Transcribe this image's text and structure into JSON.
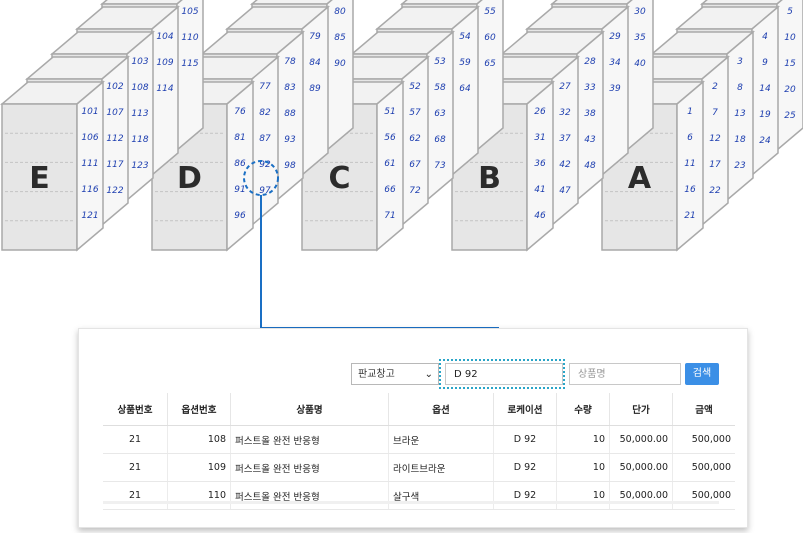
{
  "shelves": [
    {
      "letter": "E",
      "front": [
        "101",
        "106",
        "111",
        "116",
        "121"
      ],
      "back": [
        [
          "102",
          "107",
          "112",
          "117",
          "122"
        ],
        [
          "103",
          "108",
          "113",
          "118",
          "123"
        ],
        [
          "104",
          "109",
          "114"
        ],
        [
          "105",
          "110",
          "115"
        ]
      ]
    },
    {
      "letter": "D",
      "front": [
        "76",
        "81",
        "86",
        "91",
        "96"
      ],
      "back": [
        [
          "77",
          "82",
          "87",
          "92",
          "97"
        ],
        [
          "78",
          "83",
          "88",
          "93",
          "98"
        ],
        [
          "79",
          "84",
          "89"
        ],
        [
          "80",
          "85",
          "90"
        ]
      ]
    },
    {
      "letter": "C",
      "front": [
        "51",
        "56",
        "61",
        "66",
        "71"
      ],
      "back": [
        [
          "52",
          "57",
          "62",
          "67",
          "72"
        ],
        [
          "53",
          "58",
          "63",
          "68",
          "73"
        ],
        [
          "54",
          "59",
          "64"
        ],
        [
          "55",
          "60",
          "65"
        ]
      ]
    },
    {
      "letter": "B",
      "front": [
        "26",
        "31",
        "36",
        "41",
        "46"
      ],
      "back": [
        [
          "27",
          "32",
          "37",
          "42",
          "47"
        ],
        [
          "28",
          "33",
          "38",
          "43",
          "48"
        ],
        [
          "29",
          "34",
          "39"
        ],
        [
          "30",
          "35",
          "40"
        ]
      ]
    },
    {
      "letter": "A",
      "front": [
        "1",
        "6",
        "11",
        "16",
        "21"
      ],
      "back": [
        [
          "2",
          "7",
          "12",
          "17",
          "22"
        ],
        [
          "3",
          "8",
          "13",
          "18",
          "23"
        ],
        [
          "4",
          "9",
          "14",
          "19",
          "24"
        ],
        [
          "5",
          "10",
          "15",
          "20",
          "25"
        ]
      ]
    }
  ],
  "highlight_cell": "92",
  "colors": {
    "accent": "#1a6fc4",
    "number": "#1e3fb0",
    "shelf_face": "#e6e6e6",
    "shelf_edge": "#a9a9a9",
    "search_button": "#3b8fe6",
    "highlight": "#2aa5c8"
  },
  "search": {
    "warehouse_select": "판교창고",
    "location_value": "D 92",
    "product_placeholder": "상품명",
    "search_button": "검색"
  },
  "table": {
    "headers": [
      "상품번호",
      "옵션번호",
      "상품명",
      "옵션",
      "로케이션",
      "수량",
      "단가",
      "금액"
    ],
    "rows": [
      [
        "21",
        "108",
        "퍼스트올 완전 반응형",
        "브라운",
        "D 92",
        "10",
        "50,000.00",
        "500,000"
      ],
      [
        "21",
        "109",
        "퍼스트올 완전 반응형",
        "라이트브라운",
        "D 92",
        "10",
        "50,000.00",
        "500,000"
      ],
      [
        "21",
        "110",
        "퍼스트올 완전 반응형",
        "살구색",
        "D 92",
        "10",
        "50,000.00",
        "500,000"
      ]
    ]
  }
}
